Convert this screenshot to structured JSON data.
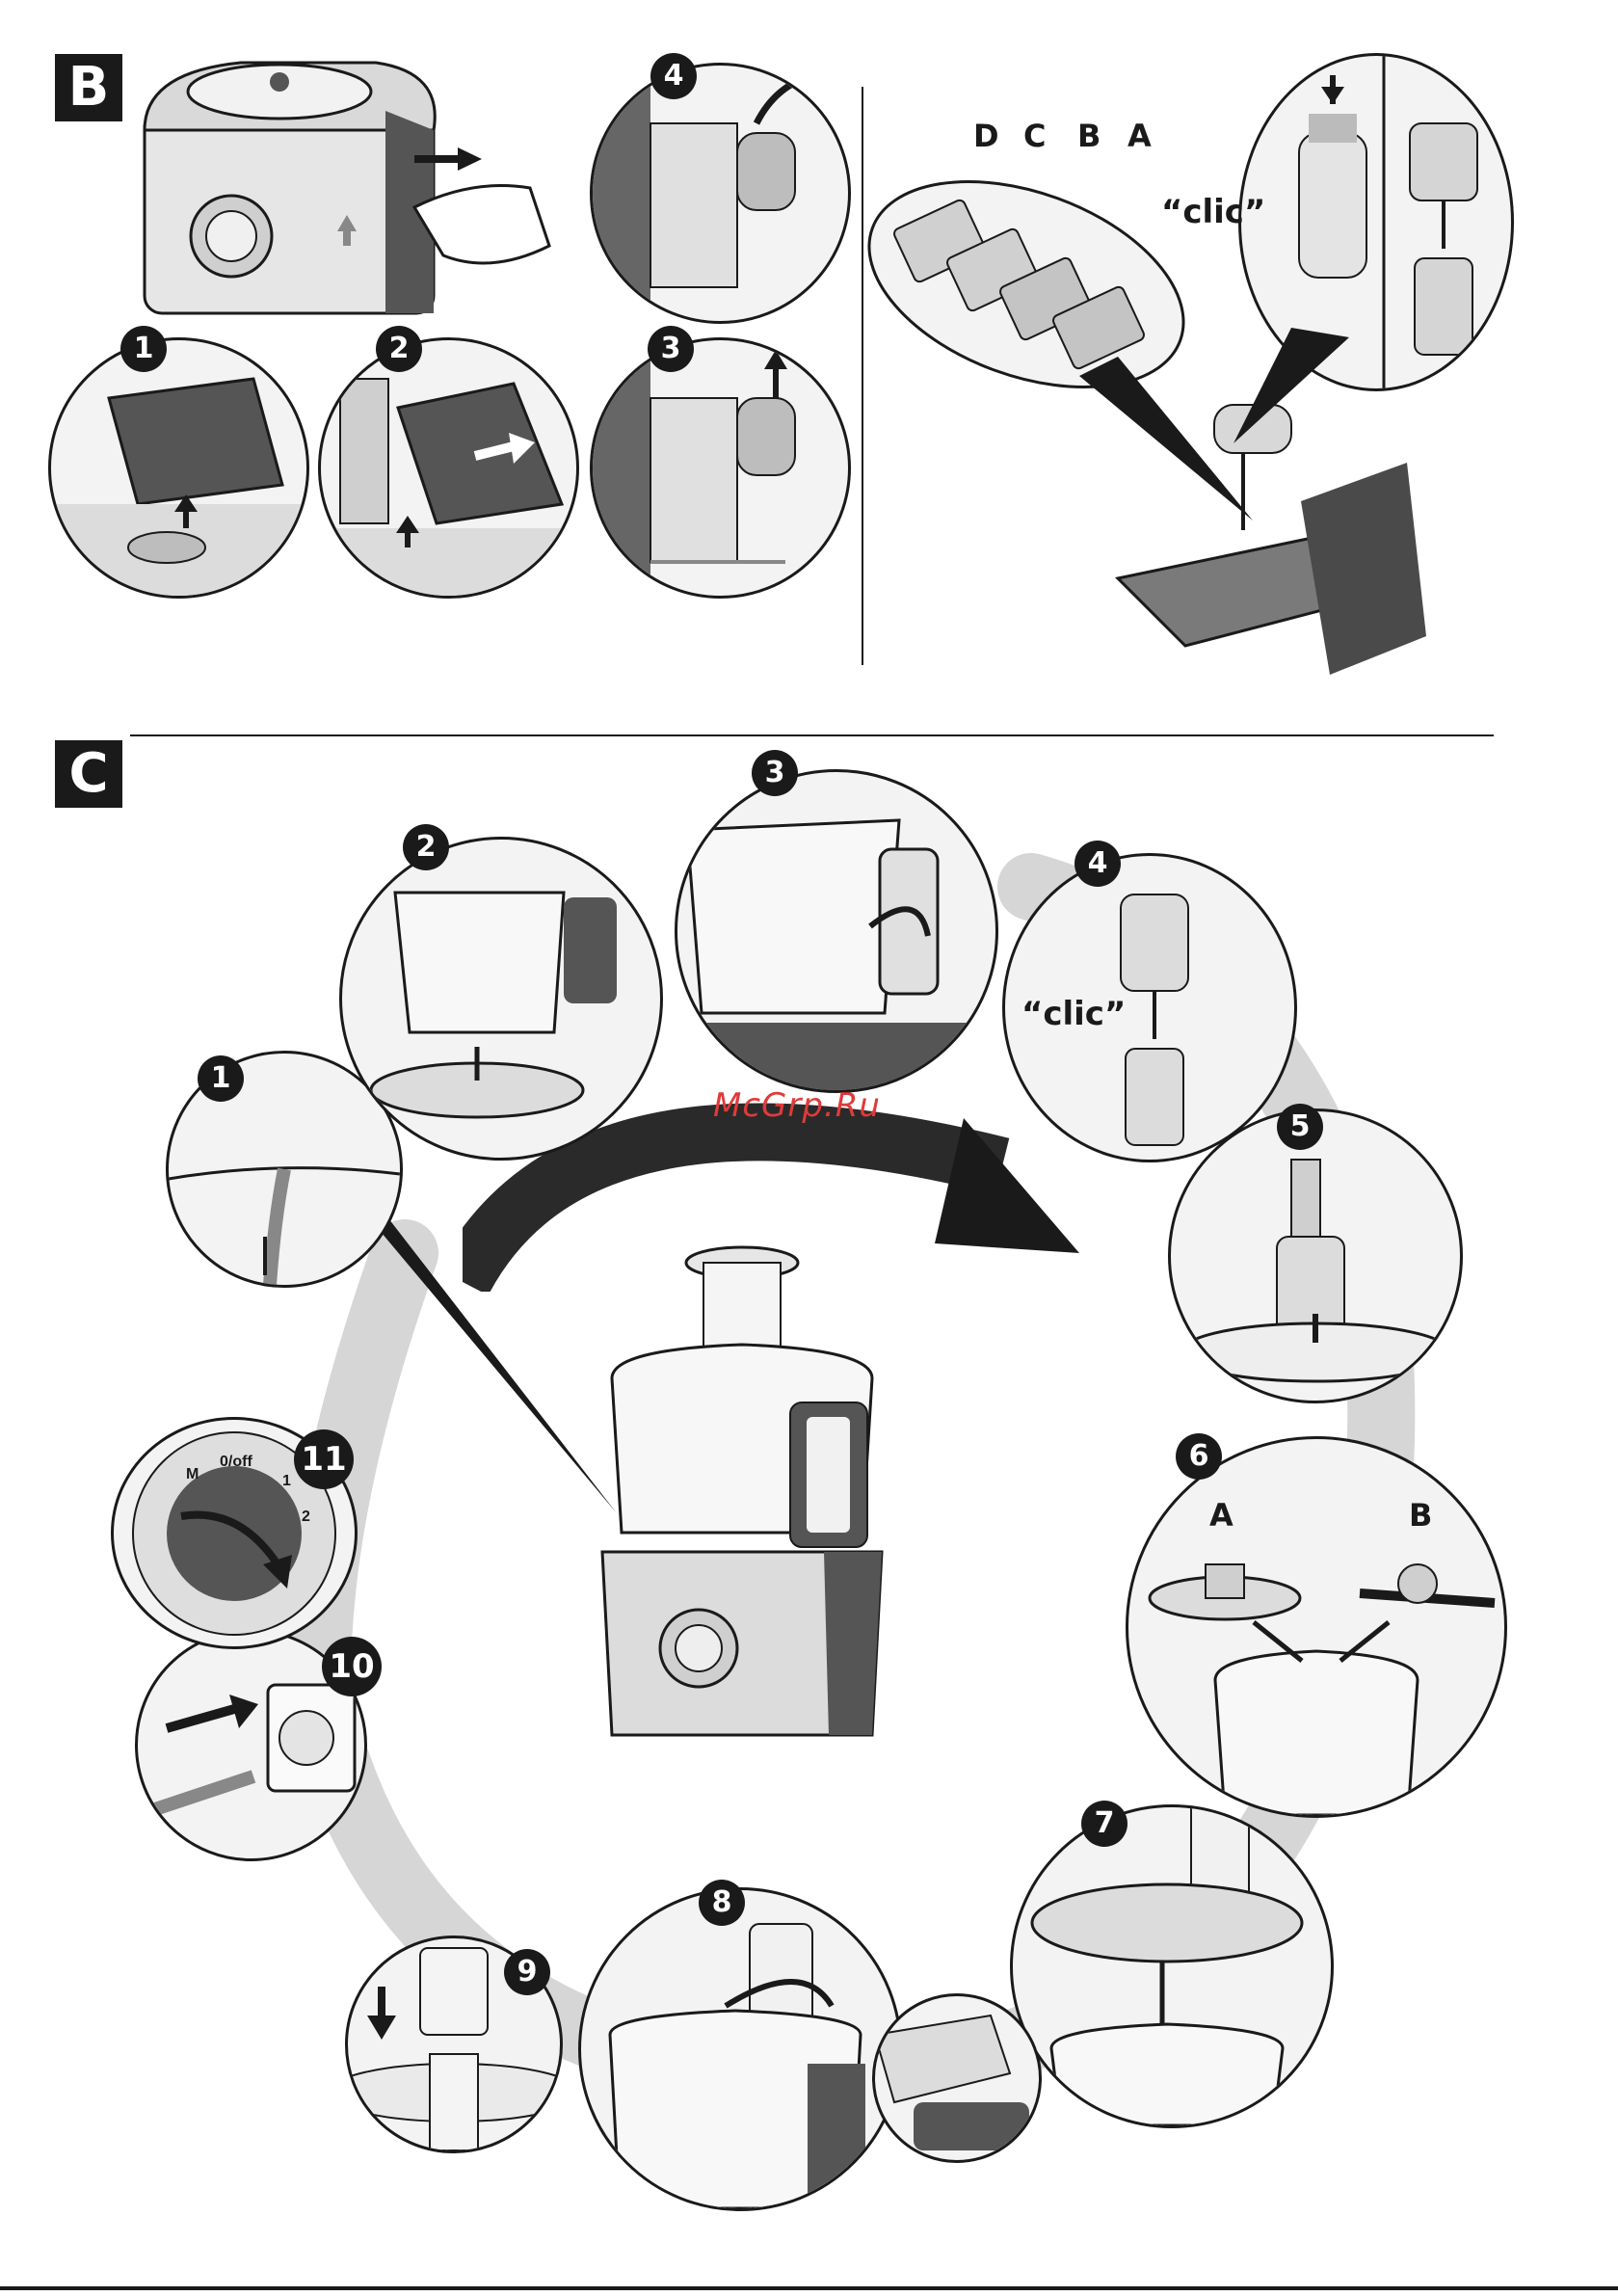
{
  "sections": {
    "b": {
      "label": "B"
    },
    "c": {
      "label": "C"
    }
  },
  "section_b": {
    "steps": [
      "1",
      "2",
      "3",
      "4"
    ],
    "disc_letters": [
      "D",
      "C",
      "B",
      "A"
    ],
    "clic_label": "“clic”"
  },
  "section_c": {
    "steps": [
      "1",
      "2",
      "3",
      "4",
      "5",
      "6",
      "7",
      "8",
      "9",
      "10",
      "11"
    ],
    "clic_label": "“clic”",
    "step6_options": [
      "A",
      "B"
    ],
    "dial_labels": {
      "off": "0/off",
      "one": "1",
      "two": "2",
      "pulse": "M"
    }
  },
  "watermark": "McGrp.Ru",
  "colors": {
    "ink": "#1a1a1a",
    "panel": "#f3f3f3",
    "watermark": "#e03a3a",
    "shadow": "#d6d6d6"
  }
}
